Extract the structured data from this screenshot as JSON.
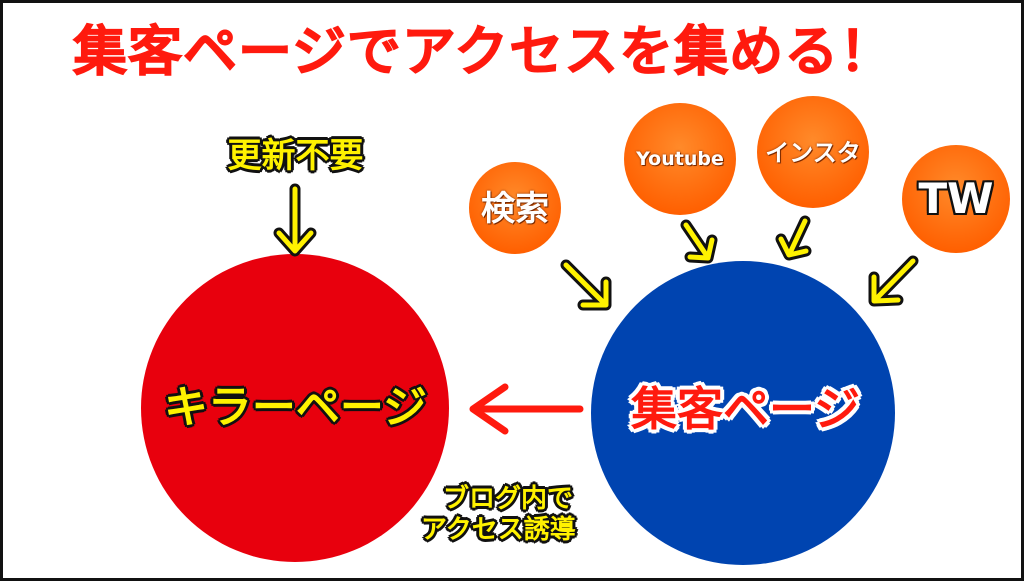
{
  "title": "集客ページでアクセスを集める！",
  "no_update_label": "更新不要",
  "killer_page": {
    "label": "キラーページ",
    "color": "#e8000d"
  },
  "attract_page": {
    "label": "集客ページ",
    "color": "#0044b0"
  },
  "internal_link_label": {
    "line1": "ブログ内で",
    "line2": "アクセス誘導"
  },
  "sources": [
    {
      "label": "検索"
    },
    {
      "label": "Youtube"
    },
    {
      "label": "インスタ"
    },
    {
      "label": "TW"
    }
  ],
  "colors": {
    "title": "#ff1a0e",
    "source_circle": "#ff6a0a",
    "arrow_yellow": "#fff200",
    "arrow_red": "#ff1a0e"
  }
}
